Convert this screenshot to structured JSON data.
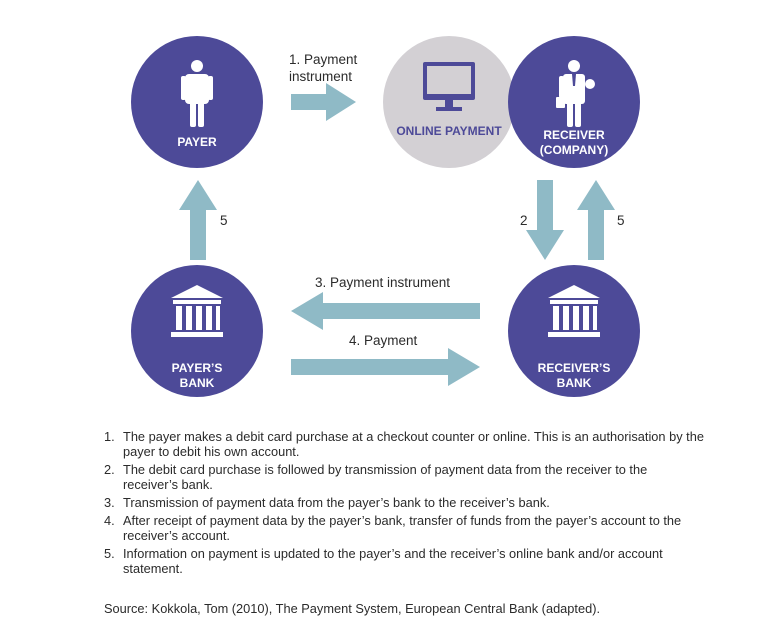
{
  "nodes": {
    "payer": {
      "label": "PAYER"
    },
    "online_payment": {
      "label": "ONLINE PAYMENT"
    },
    "receiver": {
      "label_line1": "RECEIVER",
      "label_line2": "(COMPANY)"
    },
    "payers_bank": {
      "label_line1": "PAYER’S",
      "label_line2": "BANK"
    },
    "receivers_bank": {
      "label_line1": "RECEIVER’S",
      "label_line2": "BANK"
    }
  },
  "arrows": {
    "a1": {
      "label_line1": "1. Payment",
      "label_line2": "instrument"
    },
    "a2": {
      "label": "2"
    },
    "a3": {
      "label": "3. Payment instrument"
    },
    "a4": {
      "label": "4. Payment"
    },
    "a5_left": {
      "label": "5"
    },
    "a5_right": {
      "label": "5"
    }
  },
  "notes": [
    {
      "num": "1.",
      "text": "The payer makes a debit card purchase at a checkout counter or online. This is an authorisation by the payer to debit his own account."
    },
    {
      "num": "2.",
      "text": "The debit card purchase is followed by transmission of payment data from the receiver to the receiver’s bank."
    },
    {
      "num": "3.",
      "text": "Transmission of payment data from the payer’s bank to the receiver’s bank."
    },
    {
      "num": "4.",
      "text": "After receipt of payment data by the payer’s bank, transfer of funds from the payer’s account to the receiver’s account."
    },
    {
      "num": "5.",
      "text": "Information on payment is updated to the payer’s and the receiver’s online bank and/or account statement."
    }
  ],
  "source": "Source: Kokkola, Tom (2010), The Payment System, European Central Bank (adapted).",
  "colors": {
    "node": "#4d4a98",
    "online_node": "#d3d0d4",
    "arrow": "#8fbac6",
    "text": "#2b2b2b"
  },
  "icons": {
    "payer": "person-icon",
    "online_payment": "monitor-icon",
    "receiver": "businessman-icon",
    "banks": "bank-icon"
  }
}
